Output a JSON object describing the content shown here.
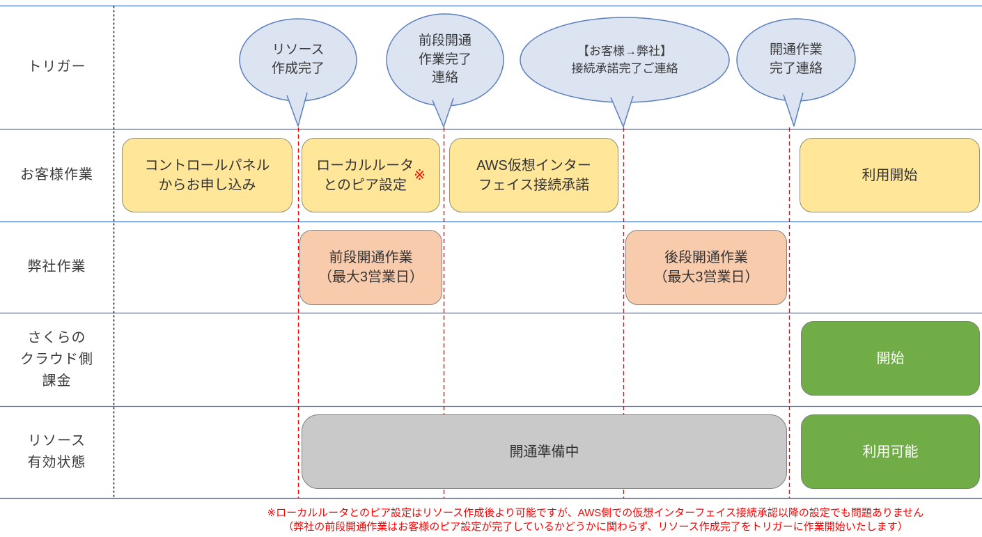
{
  "diagram": {
    "rows": [
      {
        "label": "トリガー"
      },
      {
        "label": "お客様作業"
      },
      {
        "label": "弊社作業"
      },
      {
        "label": "さくらの\nクラウド側\n課金"
      },
      {
        "label": "リソース\n有効状態"
      }
    ],
    "triggers": [
      {
        "text": "リソース\n作成完了"
      },
      {
        "text": "前段開通\n作業完了\n連絡"
      },
      {
        "text": "【お客様→弊社】\n接続承諾完了ご連絡"
      },
      {
        "text": "開通作業\n完了連絡"
      }
    ],
    "customer_tasks": [
      {
        "text": "コントロールパネル\nからお申し込み"
      },
      {
        "text": "ローカルルータ\nとのピア設定",
        "note_mark": "※"
      },
      {
        "text": "AWS仮想インター\nフェイス接続承諾"
      },
      {
        "text": "利用開始"
      }
    ],
    "company_tasks": [
      {
        "text": "前段開通作業\n（最大3営業日）"
      },
      {
        "text": "後段開通作業\n（最大3営業日）"
      }
    ],
    "billing": [
      {
        "text": "開始"
      }
    ],
    "resource_state": [
      {
        "text": "開通準備中"
      },
      {
        "text": "利用可能"
      }
    ],
    "footnote": {
      "line1": "※ローカルルータとのピア設定はリソース作成後より可能ですが、AWS側での仮想インターフェイス接続承認以降の設定でも問題ありません",
      "line2": "（弊社の前段開通作業はお客様のピア設定が完了しているかどうかに関わらず、リソース作成完了をトリガーに作業開始いたします）"
    },
    "colors": {
      "bubble_fill": "#dce4f2",
      "bubble_border": "#5b7fbf",
      "customer_task_fill": "#ffe699",
      "company_task_fill": "#f8cbad",
      "active_fill": "#70ad47",
      "pending_fill": "#c9c9c9",
      "separator_blue": "#4472c4",
      "milestone_red": "#ff0000",
      "footnote_red": "#ff0000"
    }
  }
}
